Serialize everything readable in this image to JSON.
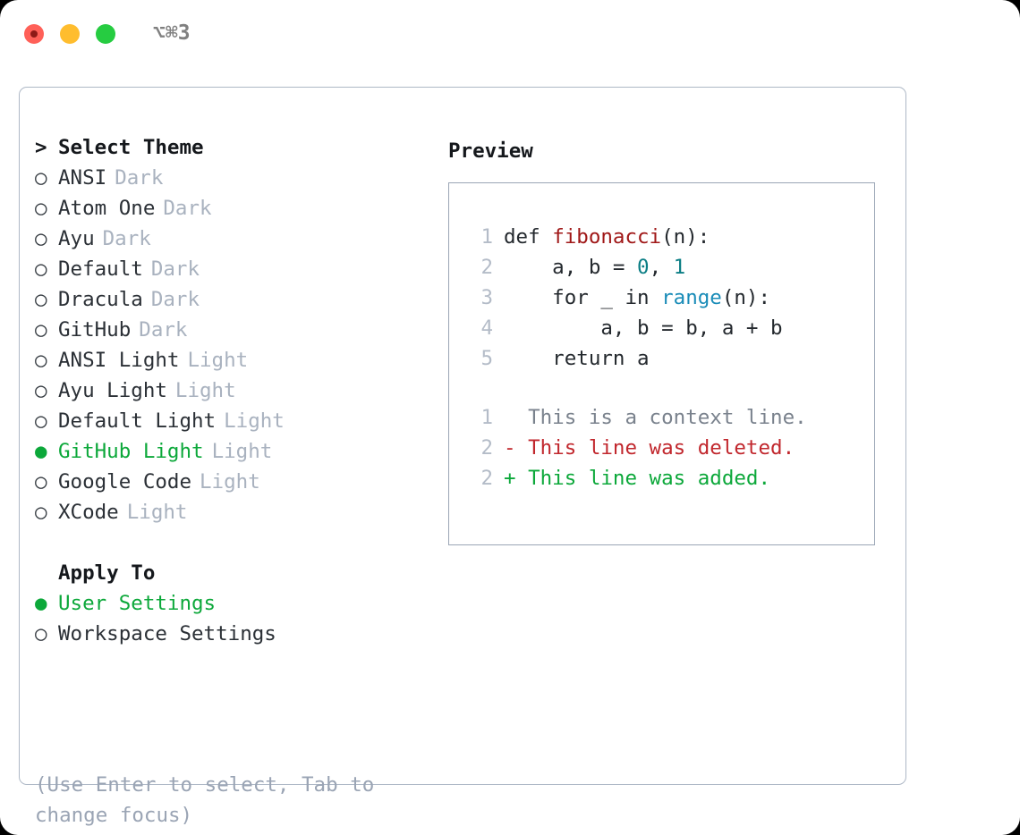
{
  "window": {
    "title": "⌥⌘3",
    "traffic_lights": [
      "close-red",
      "minimize-yellow",
      "zoom-green"
    ]
  },
  "theme_list": {
    "header_marker": ">",
    "header_label": "Select Theme",
    "items": [
      {
        "marker": "○",
        "label": "ANSI",
        "suffix": "Dark",
        "selected": false
      },
      {
        "marker": "○",
        "label": "Atom One",
        "suffix": "Dark",
        "selected": false
      },
      {
        "marker": "○",
        "label": "Ayu",
        "suffix": "Dark",
        "selected": false
      },
      {
        "marker": "○",
        "label": "Default",
        "suffix": "Dark",
        "selected": false
      },
      {
        "marker": "○",
        "label": "Dracula",
        "suffix": "Dark",
        "selected": false
      },
      {
        "marker": "○",
        "label": "GitHub",
        "suffix": "Dark",
        "selected": false
      },
      {
        "marker": "○",
        "label": "ANSI Light",
        "suffix": "Light",
        "selected": false
      },
      {
        "marker": "○",
        "label": "Ayu Light",
        "suffix": "Light",
        "selected": false
      },
      {
        "marker": "○",
        "label": "Default Light",
        "suffix": "Light",
        "selected": false
      },
      {
        "marker": "●",
        "label": "GitHub Light",
        "suffix": "Light",
        "selected": true
      },
      {
        "marker": "○",
        "label": "Google Code",
        "suffix": "Light",
        "selected": false
      },
      {
        "marker": "○",
        "label": "XCode",
        "suffix": "Light",
        "selected": false
      }
    ]
  },
  "apply_to": {
    "header_label": "Apply To",
    "items": [
      {
        "marker": "●",
        "label": "User Settings",
        "selected": true
      },
      {
        "marker": "○",
        "label": "Workspace Settings",
        "selected": false
      }
    ]
  },
  "hint": "(Use Enter to select, Tab to change focus)",
  "preview": {
    "title": "Preview",
    "code_lines": [
      {
        "no": "1",
        "segments": [
          {
            "text": "def ",
            "kind": "kw"
          },
          {
            "text": "fibonacci",
            "kind": "fn"
          },
          {
            "text": "(n):",
            "kind": "plain"
          }
        ]
      },
      {
        "no": "2",
        "segments": [
          {
            "text": "    a, b = ",
            "kind": "plain"
          },
          {
            "text": "0",
            "kind": "num"
          },
          {
            "text": ", ",
            "kind": "plain"
          },
          {
            "text": "1",
            "kind": "num"
          }
        ]
      },
      {
        "no": "3",
        "segments": [
          {
            "text": "    for _ in ",
            "kind": "plain"
          },
          {
            "text": "range",
            "kind": "bi"
          },
          {
            "text": "(n):",
            "kind": "plain"
          }
        ]
      },
      {
        "no": "4",
        "segments": [
          {
            "text": "        a, b = b, a + b",
            "kind": "plain"
          }
        ]
      },
      {
        "no": "5",
        "segments": [
          {
            "text": "    return a",
            "kind": "plain"
          }
        ]
      }
    ],
    "diff_lines": [
      {
        "no": "1",
        "prefix": "  ",
        "text": "This is a context line.",
        "kind": "ctx"
      },
      {
        "no": "2",
        "prefix": "- ",
        "text": "This line was deleted.",
        "kind": "del"
      },
      {
        "no": "2",
        "prefix": "+ ",
        "text": "This line was added.",
        "kind": "add"
      }
    ]
  },
  "colors": {
    "selected_green": "#0ca83a",
    "deleted_red": "#c1272d",
    "added_green": "#0ca83a",
    "function_red": "#a01818",
    "number_teal": "#0b7e85",
    "builtin_blue": "#1a8cb8",
    "muted_gray": "#a9b2bf",
    "panel_border": "#aeb8c6",
    "code_border": "#9aa5b5"
  }
}
